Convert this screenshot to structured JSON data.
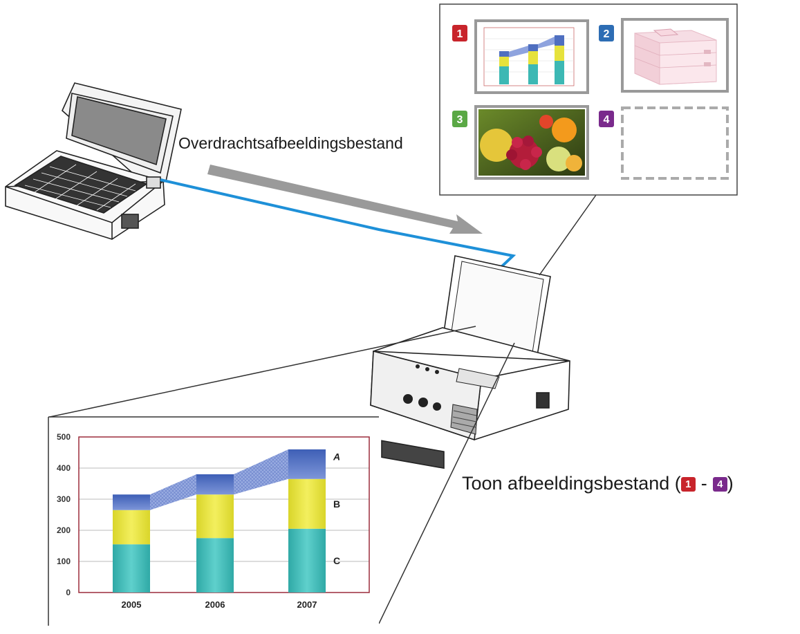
{
  "labels": {
    "transfer": "Overdrachtsafbeeldingsbestand",
    "display_prefix": "Toon afbeeldingsbestand (",
    "display_sep": "-",
    "display_suffix": ")"
  },
  "slots": [
    {
      "number": "1",
      "color": "#c8242b",
      "content": "chart-thumbnail"
    },
    {
      "number": "2",
      "color": "#2d6db4",
      "content": "3d-boxes-thumbnail"
    },
    {
      "number": "3",
      "color": "#5aa845",
      "content": "fruit-photo-thumbnail"
    },
    {
      "number": "4",
      "color": "#7a2a8c",
      "content": "empty-slot"
    }
  ],
  "colors": {
    "cable": "#1e90d8",
    "arrow": "#9a9a9a",
    "series_A": "#4f6fc0",
    "series_B": "#e6e23c",
    "series_C": "#3cb8b4"
  },
  "chart_data": {
    "type": "bar",
    "stacked": true,
    "categories": [
      "2005",
      "2006",
      "2007"
    ],
    "series": [
      {
        "name": "C",
        "values": [
          155,
          175,
          205
        ]
      },
      {
        "name": "B",
        "values": [
          110,
          140,
          160
        ]
      },
      {
        "name": "A",
        "values": [
          50,
          65,
          95
        ]
      }
    ],
    "ylim": [
      0,
      500
    ],
    "yticks": [
      "0",
      "100",
      "200",
      "300",
      "400",
      "500"
    ],
    "grid": true,
    "series_labels_position": "right"
  }
}
